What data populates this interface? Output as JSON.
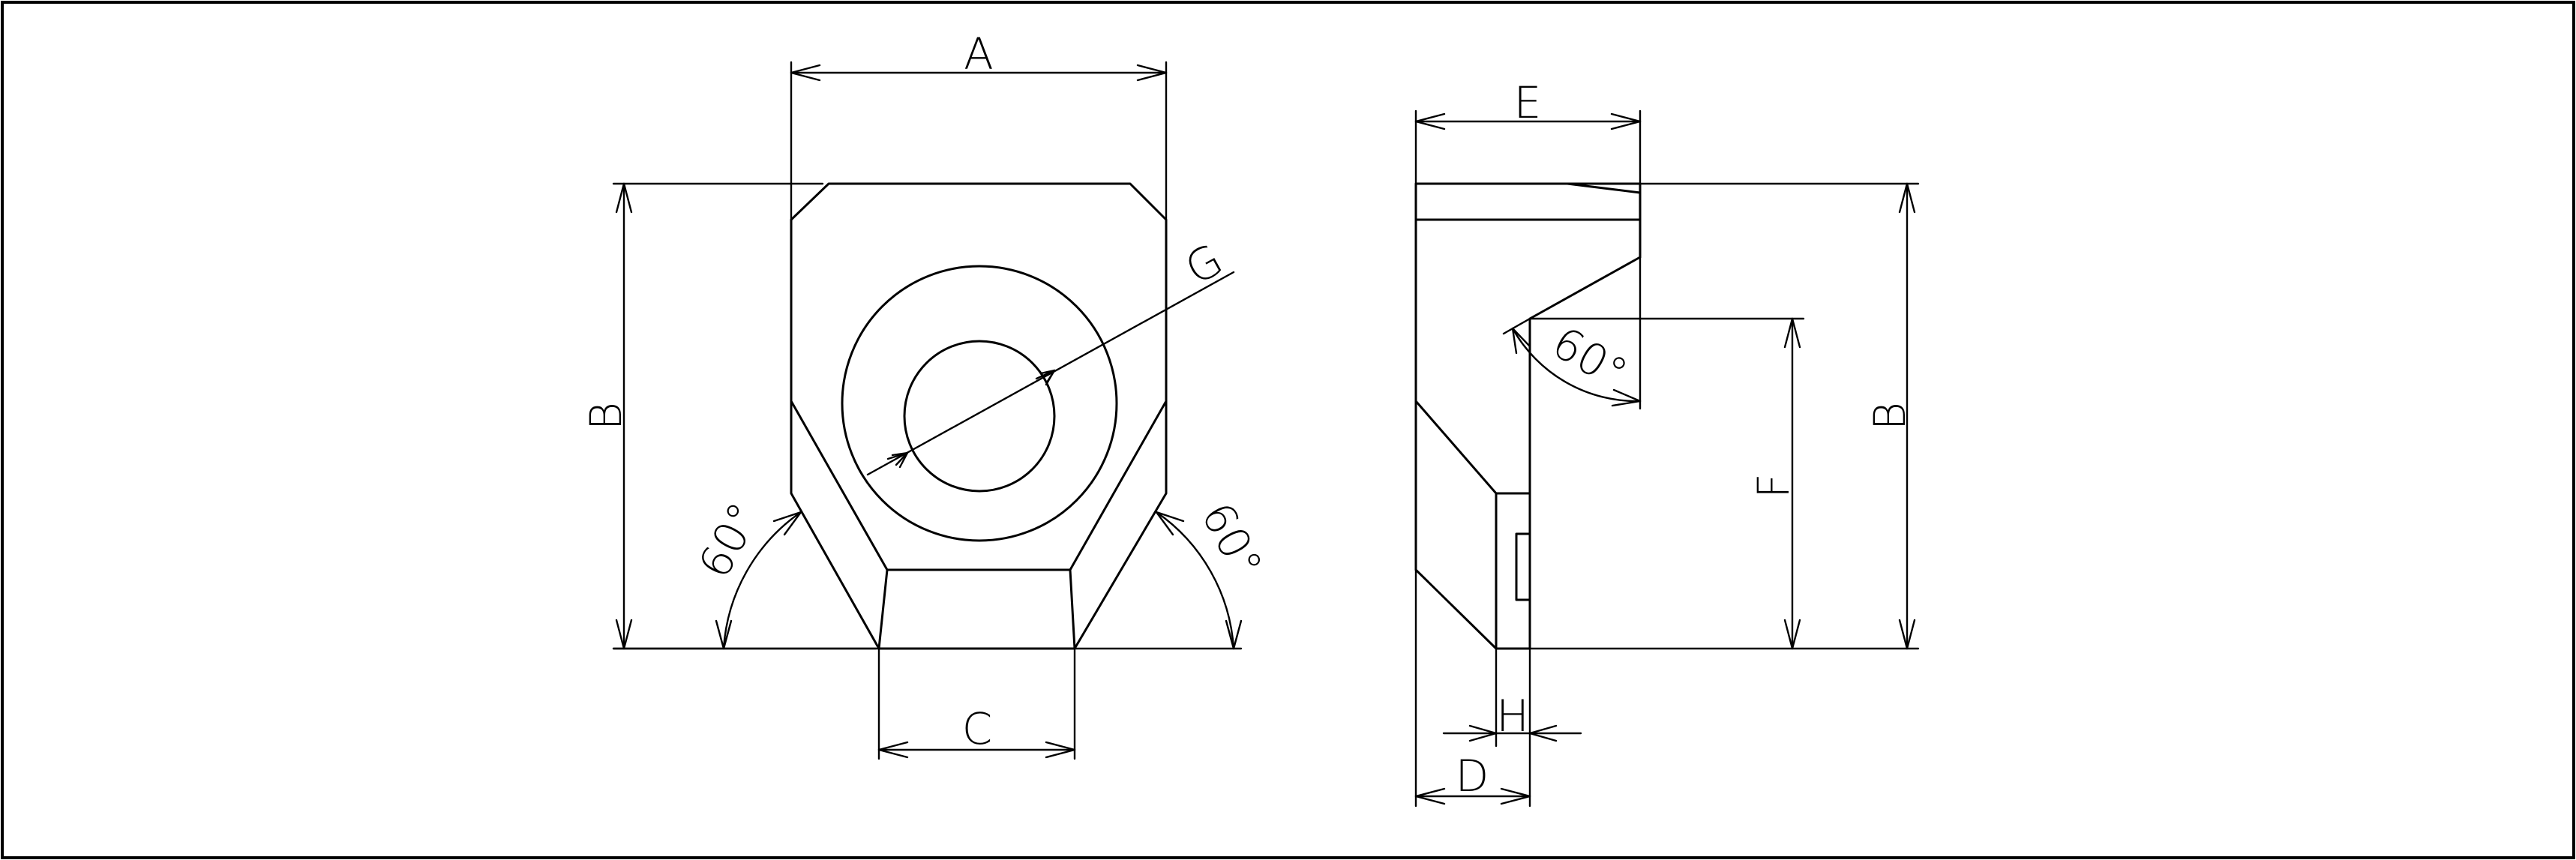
{
  "labels": {
    "A": "A",
    "B_left": "B",
    "B_right": "B",
    "C": "C",
    "D": "D",
    "E": "E",
    "F": "F",
    "G": "G",
    "H": "H",
    "angle_left": "60°",
    "angle_right": "60°",
    "angle_side": "60°"
  },
  "colors": {
    "line": "#000000",
    "background": "#ffffff"
  }
}
